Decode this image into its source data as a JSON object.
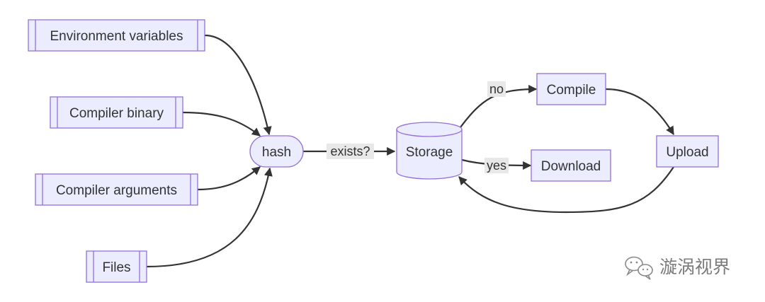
{
  "nodes": {
    "env_vars": "Environment variables",
    "compiler_binary": "Compiler binary",
    "compiler_arguments": "Compiler arguments",
    "files": "Files",
    "hash": "hash",
    "storage": "Storage",
    "compile": "Compile",
    "download": "Download",
    "upload": "Upload"
  },
  "edges": {
    "exists_label": "exists?",
    "no_label": "no",
    "yes_label": "yes"
  },
  "watermark": {
    "text": "漩涡视界",
    "icon": "wechat-icon"
  },
  "colors": {
    "node_fill": "#ECECFF",
    "node_stroke": "#9370DB",
    "edge": "#333333",
    "label_bg": "#E8E8E8"
  }
}
